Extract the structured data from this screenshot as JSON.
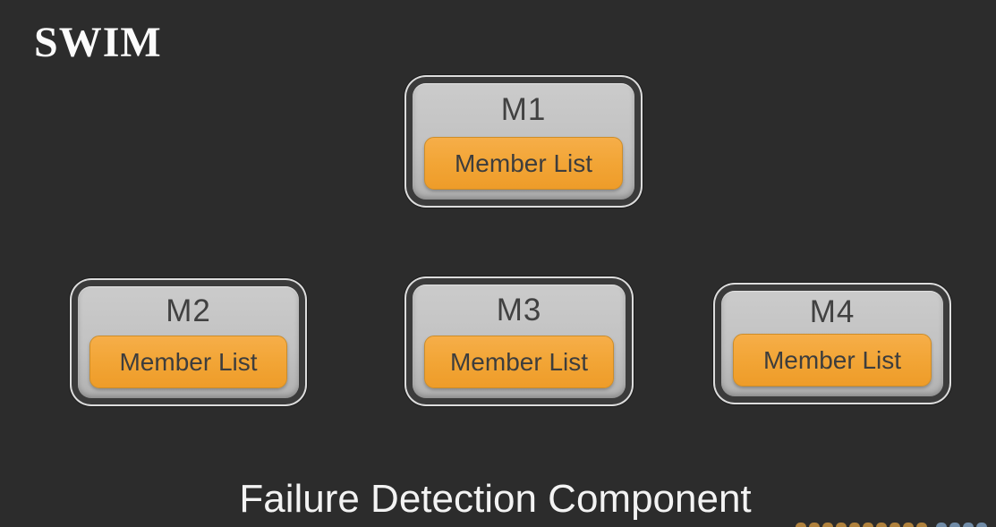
{
  "slide": {
    "title": "SWIM",
    "caption": "Failure Detection Component"
  },
  "nodes": [
    {
      "id": "m1",
      "label": "M1",
      "button_label": "Member List"
    },
    {
      "id": "m2",
      "label": "M2",
      "button_label": "Member List"
    },
    {
      "id": "m3",
      "label": "M3",
      "button_label": "Member List"
    },
    {
      "id": "m4",
      "label": "M4",
      "button_label": "Member List"
    }
  ],
  "colors": {
    "background": "#2c2c2c",
    "node_fill_gray": "#c2c2c2",
    "node_dark_ring": "#3b3b3b",
    "node_light_outline": "#ebebeb",
    "button_orange": "#f2a536",
    "button_border_orange": "#cd8d29",
    "dark_text": "#3f3f3f",
    "light_text": "#f3f3f3",
    "watermark_orange": "#c8913f",
    "watermark_blue": "#7d9cbd"
  },
  "watermark": {
    "orange_letter_tips": 10,
    "blue_letter_tips": 4
  }
}
